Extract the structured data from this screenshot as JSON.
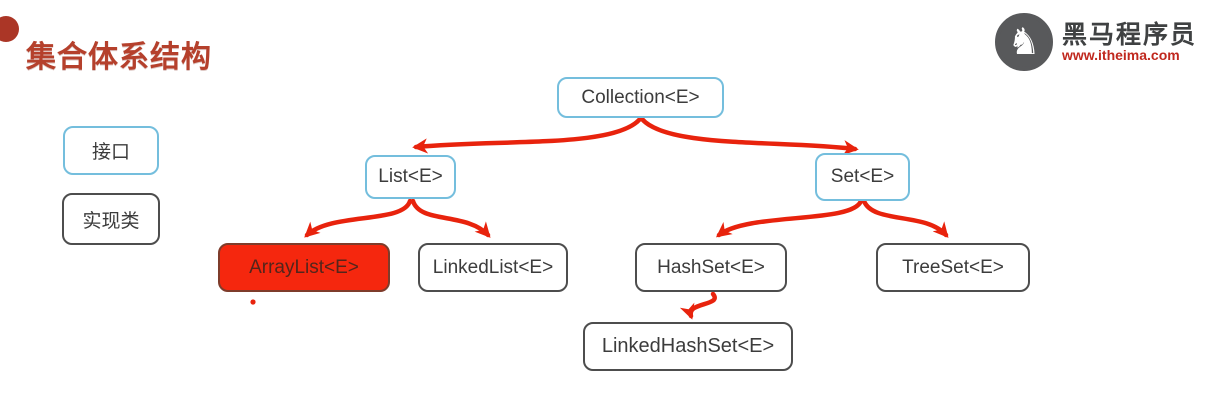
{
  "slide": {
    "title": "集合体系结构"
  },
  "logo": {
    "icon": "horse-icon",
    "name": "黑马程序员",
    "url": "www.itheima.com"
  },
  "legend": {
    "interface_label": "接口",
    "implementation_label": "实现类"
  },
  "diagram": {
    "nodes": {
      "collection": {
        "label": "Collection<E>",
        "kind": "interface"
      },
      "list": {
        "label": "List<E>",
        "kind": "interface"
      },
      "set": {
        "label": "Set<E>",
        "kind": "interface"
      },
      "arraylist": {
        "label": "ArrayList<E>",
        "kind": "implementation",
        "highlighted": true
      },
      "linkedlist": {
        "label": "LinkedList<E>",
        "kind": "implementation"
      },
      "hashset": {
        "label": "HashSet<E>",
        "kind": "implementation"
      },
      "treeset": {
        "label": "TreeSet<E>",
        "kind": "implementation"
      },
      "linkedhashset": {
        "label": "LinkedHashSet<E>",
        "kind": "implementation"
      }
    },
    "edges": [
      {
        "from": "collection",
        "to": "list"
      },
      {
        "from": "collection",
        "to": "set"
      },
      {
        "from": "list",
        "to": "arraylist"
      },
      {
        "from": "list",
        "to": "linkedlist"
      },
      {
        "from": "set",
        "to": "hashset"
      },
      {
        "from": "set",
        "to": "treeset"
      },
      {
        "from": "hashset",
        "to": "linkedhashset"
      }
    ]
  },
  "colors": {
    "title": "#b5402c",
    "interface_border": "#74bedd",
    "implementation_border": "#4d4d4d",
    "highlight_fill": "#f5270e",
    "arrow": "#e8230d",
    "logo_url_text": "#c0281e"
  }
}
